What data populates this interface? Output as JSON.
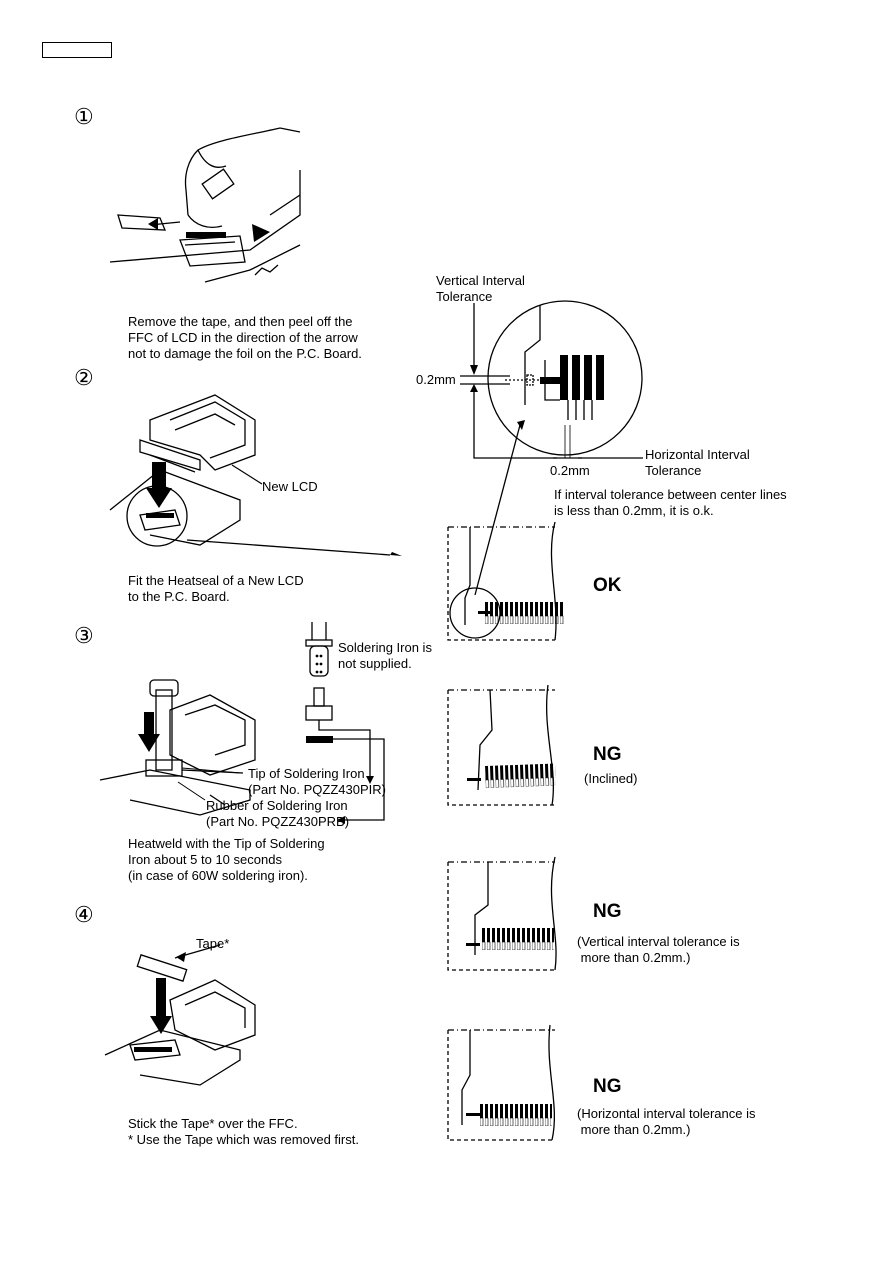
{
  "header_box": "",
  "steps": {
    "s1": {
      "marker": "①",
      "caption": [
        "Remove the tape, and then peel off the",
        "FFC of LCD in the direction of the arrow",
        "not to damage the foil on the P.C. Board."
      ]
    },
    "s2": {
      "marker": "②",
      "label": "New LCD",
      "caption": [
        "Fit the Heatseal of a New LCD",
        "to the P.C. Board."
      ]
    },
    "s3": {
      "marker": "③",
      "iron_note": [
        "Soldering Iron is",
        "not supplied."
      ],
      "tip_label": [
        "Tip of Soldering Iron",
        "(Part No. PQZZ430PIR)"
      ],
      "rubber_label": [
        "Rubber of Soldering Iron",
        "(Part No. PQZZ430PRB)"
      ],
      "caption": [
        "Heatweld with the Tip of Soldering",
        "Iron about 5 to 10 seconds",
        "(in case of 60W soldering iron)."
      ]
    },
    "s4": {
      "marker": "④",
      "label": "Tape*",
      "caption": [
        "Stick the Tape* over the FFC.",
        "* Use the Tape which was removed first."
      ]
    }
  },
  "detail": {
    "vertical_label": [
      "Vertical Interval",
      "Tolerance"
    ],
    "vertical_value": "0.2mm",
    "horizontal_value": "0.2mm",
    "horizontal_label": [
      "Horizontal Interval",
      "Tolerance"
    ],
    "note": [
      "If interval tolerance between center lines",
      "is less than 0.2mm, it is o.k."
    ]
  },
  "examples": [
    {
      "verdict": "OK",
      "note": []
    },
    {
      "verdict": "NG",
      "note": [
        "(Inclined)"
      ]
    },
    {
      "verdict": "NG",
      "note": [
        "(Vertical interval tolerance is",
        " more than 0.2mm.)"
      ]
    },
    {
      "verdict": "NG",
      "note": [
        "(Horizontal interval tolerance is",
        " more than 0.2mm.)"
      ]
    }
  ]
}
